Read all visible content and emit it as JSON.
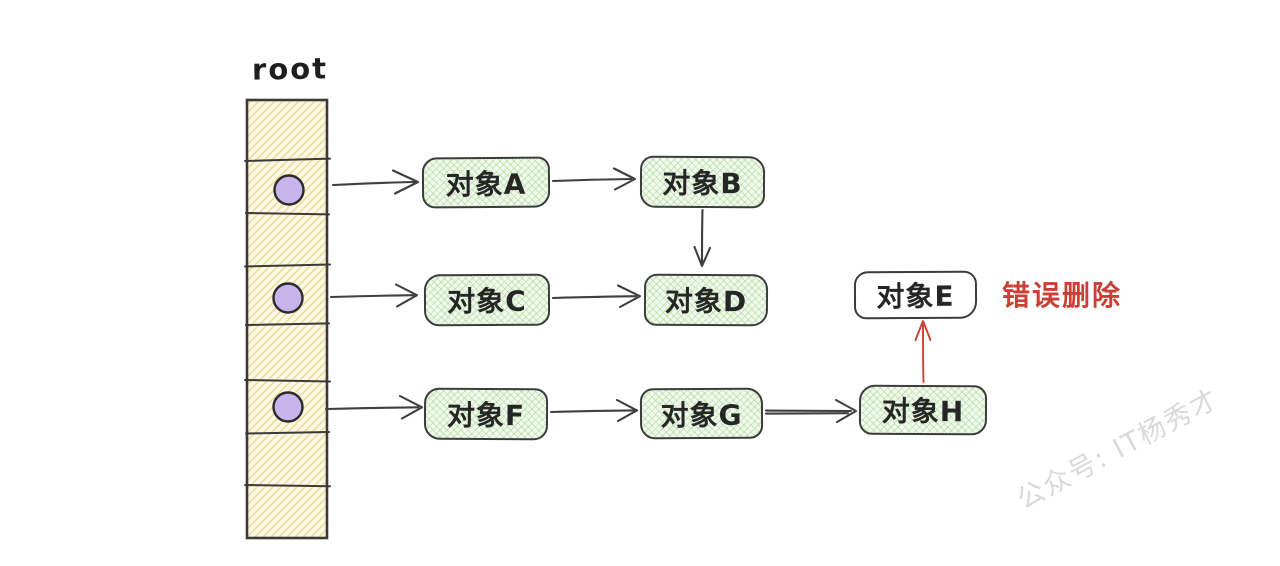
{
  "diagram": {
    "description_visible_text_only": true
  },
  "root": {
    "label": "root",
    "cell_count": 8,
    "pointer_cell_indexes": [
      2,
      4,
      6
    ]
  },
  "nodes": [
    {
      "id": "A",
      "label": "对象A",
      "fill": "green"
    },
    {
      "id": "B",
      "label": "对象B",
      "fill": "green"
    },
    {
      "id": "C",
      "label": "对象C",
      "fill": "green"
    },
    {
      "id": "D",
      "label": "对象D",
      "fill": "green"
    },
    {
      "id": "E",
      "label": "对象E",
      "fill": "white"
    },
    {
      "id": "F",
      "label": "对象F",
      "fill": "green"
    },
    {
      "id": "G",
      "label": "对象G",
      "fill": "green"
    },
    {
      "id": "H",
      "label": "对象H",
      "fill": "green"
    }
  ],
  "edges": [
    {
      "from": "root-cell-2",
      "to": "A",
      "color": "dark"
    },
    {
      "from": "A",
      "to": "B",
      "color": "dark"
    },
    {
      "from": "B",
      "to": "D",
      "color": "dark"
    },
    {
      "from": "root-cell-4",
      "to": "C",
      "color": "dark"
    },
    {
      "from": "C",
      "to": "D",
      "color": "dark"
    },
    {
      "from": "root-cell-6",
      "to": "F",
      "color": "dark"
    },
    {
      "from": "F",
      "to": "G",
      "color": "dark"
    },
    {
      "from": "G",
      "to": "H",
      "color": "dark"
    },
    {
      "from": "H",
      "to": "E",
      "color": "red"
    }
  ],
  "annotation": {
    "text": "错误删除",
    "color": "#cb4036",
    "target": "E"
  },
  "watermark": {
    "text": "公众号: IT杨秀才"
  },
  "colors": {
    "ink": "#3f3f3f",
    "node_border": "#3c3c3c",
    "node_green_fill": "#f1f9ec",
    "node_green_hatch": "#bfe2b2",
    "root_fill": "#fdf8e3",
    "root_hatch": "#eedc9e",
    "pointer_dot_fill": "#c7b4ed",
    "error_red": "#cb4036",
    "watermark_gray": "#d9d9d9",
    "background": "#ffffff"
  }
}
